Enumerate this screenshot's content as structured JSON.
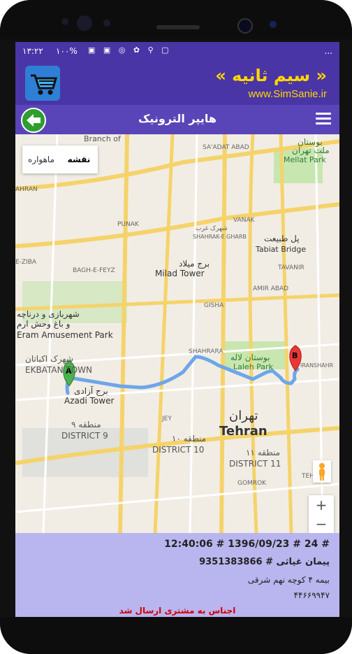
{
  "status_bar": {
    "time": "۱۳:۲۲",
    "battery": "۱۰۰%",
    "right_icons": "..."
  },
  "brand": {
    "title": "« سیم ثانیه »",
    "url": "www.SimSanie.ir"
  },
  "navbar": {
    "title": "هایپر الترونیک"
  },
  "map": {
    "toggle_map": "نقشه",
    "toggle_satellite": "ماهواره",
    "zoom_in": "+",
    "zoom_out": "−",
    "labels": {
      "branch": "Branch of",
      "mellat_fa": "بوستان",
      "mellat_fa2": "ملت تهران",
      "mellat_en": "Mellat Park",
      "saadat": "SA'ADAT ABAD",
      "ahran": "AHRAN",
      "punak": "PUNAK",
      "vanak": "VANAK",
      "shahrak_fa": "شهرک غرب",
      "shahrak_en": "SHAHRAK-E GHARB",
      "tabiat_fa": "پل طبیعت",
      "tabiat_en": "Tabiat Bridge",
      "ziba": "E-ZIBA",
      "baghfeyz": "BAGH-E-FEYZ",
      "milad_fa": "برج میلاد",
      "milad_en": "Milad Tower",
      "tavanir": "TAVANIR",
      "amirabad": "AMIR ABAD",
      "gisha": "GISHA",
      "eram_fa": "شهربازی و درناچه",
      "eram_fa2": "و باغ وحش ارم",
      "eram_en": "Eram Amusement Park",
      "ekbatan_fa": "شهرک اکباتان",
      "ekbatan_en": "EKBATAN TOWN",
      "shahrara": "SHAHRARA",
      "laleh_fa": "بوستان لاله",
      "laleh_en": "Laleh Park",
      "iranshahr": "IRANSHAHR",
      "azadi_fa": "برج آزادی",
      "azadi_en": "Azadi Tower",
      "jey": "JEY",
      "tehran_fa": "تهران",
      "tehran_en": "Tehran",
      "d9_fa": "منطقه ۹",
      "d9_en": "DISTRICT 9",
      "d10_fa": "منطقه ۱۰",
      "d10_en": "DISTRICT 10",
      "d11_fa": "منطقه ۱۱",
      "d11_en": "DISTRICT 11",
      "gomrok": "GOMROK",
      "tehi": "TEHI",
      "marker_a": "A",
      "marker_b": "B"
    }
  },
  "info": {
    "line1": "12:40:06 # 1396/09/23 # 24 #",
    "line2": "پیمان غیاثی # 9351383866",
    "line3": "بیمه ۴ کوچه نهم شرقی",
    "line4": "۴۴۶۶۹۹۴۷",
    "note": "اجناس به مشتری ارسال شد"
  },
  "colors": {
    "header": "#4a35a6",
    "navbar": "#5a45b8",
    "brand_text": "#ffd700",
    "info_bg": "#b9b5ef",
    "route": "#6ea6e8"
  }
}
